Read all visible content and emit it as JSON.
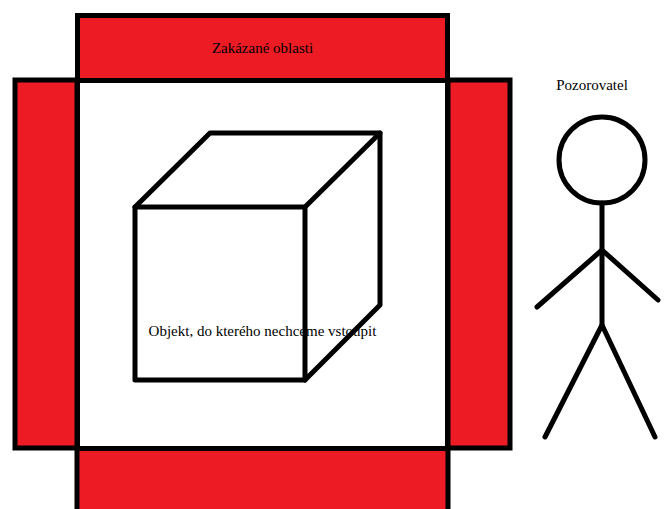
{
  "diagram": {
    "nodes": [
      {
        "text": [
          "Zakázané oblasti"
        ]
      },
      {
        "text": [
          "Objekt, do kterého nechceme vstoupit"
        ]
      }
    ],
    "labels": [
      "Pozorovatel"
    ]
  }
}
